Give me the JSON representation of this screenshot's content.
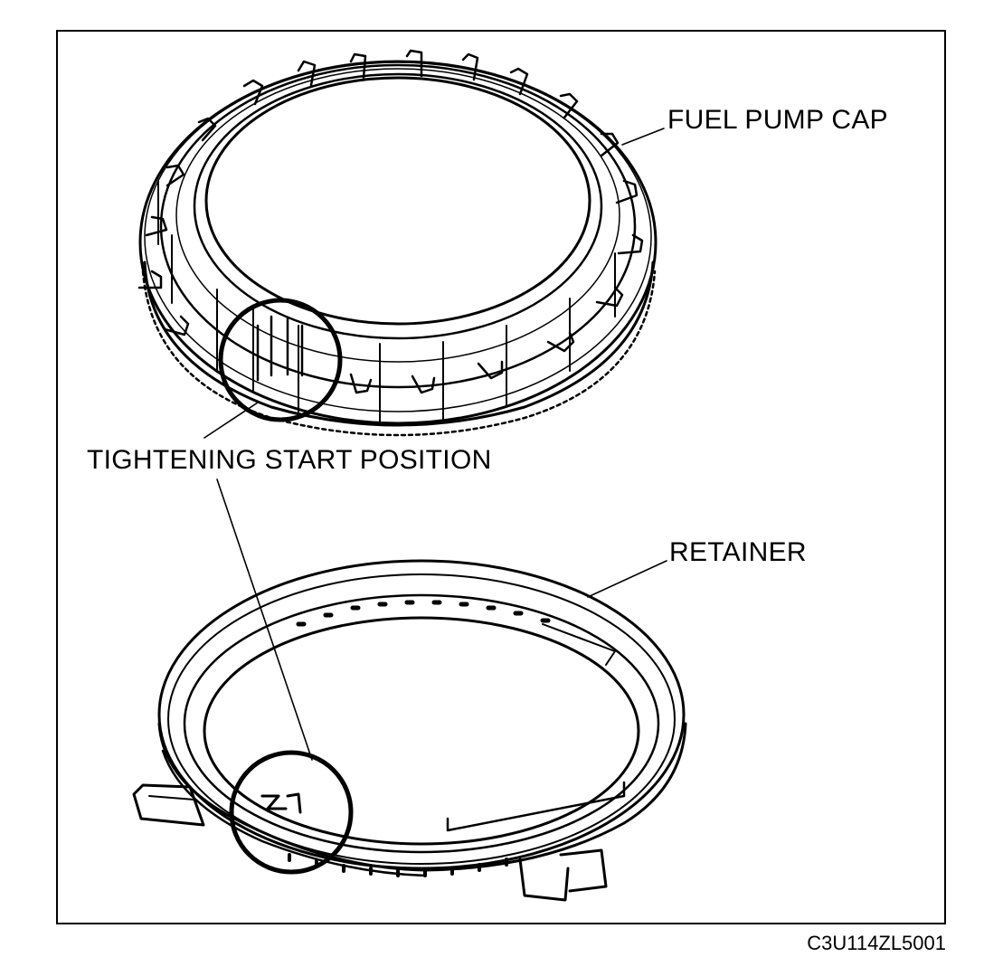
{
  "diagram": {
    "labels": {
      "fuel_pump_cap": "FUEL PUMP CAP",
      "tightening_start": "TIGHTENING START POSITION",
      "retainer": "RETAINER"
    },
    "figure_code": "C3U114ZL5001"
  }
}
